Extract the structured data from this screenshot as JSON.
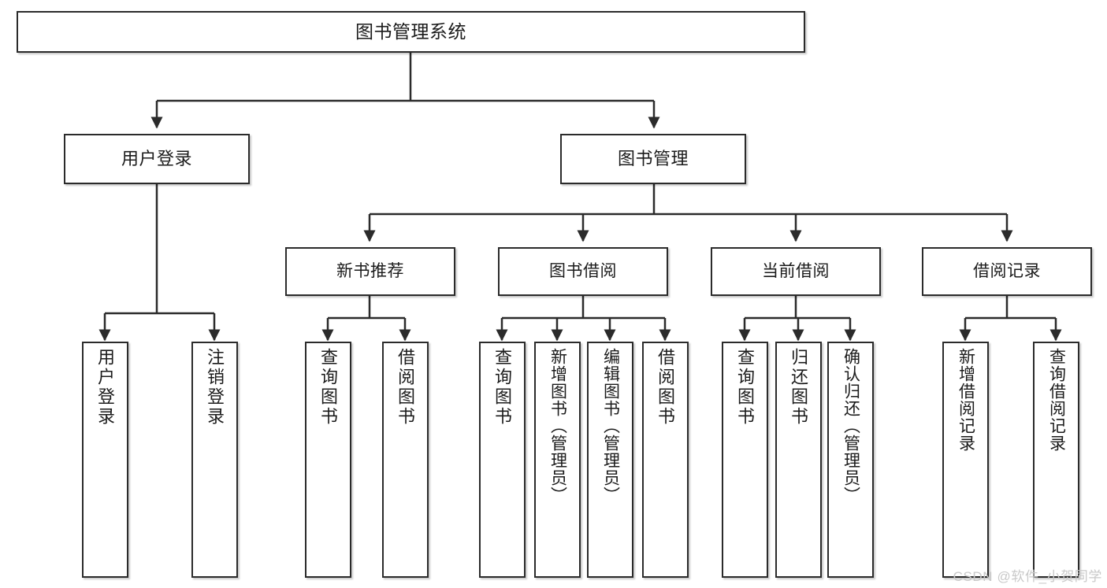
{
  "diagram": {
    "type": "tree",
    "title": "图书管理系统",
    "orientation": "top-down",
    "colors": {
      "node_border": "#2b2b2b",
      "node_fill": "#ffffff",
      "edge": "#2b2b2b",
      "watermark": "#c9c9c9",
      "background": "#ffffff"
    }
  },
  "watermark": {
    "text": "CSDN @软件_小贺同学"
  },
  "nodes": {
    "root": {
      "id": "root",
      "label": "图书管理系统",
      "level": 1
    },
    "level2": [
      {
        "id": "user-login",
        "label": "用户登录",
        "level": 2
      },
      {
        "id": "book-management",
        "label": "图书管理",
        "level": 2
      }
    ],
    "level3": [
      {
        "id": "new-book-recommend",
        "label": "新书推荐",
        "level": 3,
        "parent": "book-management"
      },
      {
        "id": "book-borrow",
        "label": "图书借阅",
        "level": 3,
        "parent": "book-management"
      },
      {
        "id": "current-borrow",
        "label": "当前借阅",
        "level": 3,
        "parent": "book-management"
      },
      {
        "id": "borrow-record",
        "label": "借阅记录",
        "level": 3,
        "parent": "book-management"
      }
    ],
    "leaves": [
      {
        "id": "leaf-user-login",
        "label": "用户登录",
        "parent": "user-login"
      },
      {
        "id": "leaf-user-logout",
        "label": "注销登录",
        "parent": "user-login"
      },
      {
        "id": "leaf-query-book-recommend",
        "label": "查询图书",
        "parent": "new-book-recommend"
      },
      {
        "id": "leaf-borrow-book-recommend",
        "label": "借阅图书",
        "parent": "new-book-recommend"
      },
      {
        "id": "leaf-query-book-borrow",
        "label": "查询图书",
        "parent": "book-borrow"
      },
      {
        "id": "leaf-add-book-admin",
        "label": "新增图书（管理员）",
        "parent": "book-borrow"
      },
      {
        "id": "leaf-edit-book-admin",
        "label": "编辑图书（管理员）",
        "parent": "book-borrow"
      },
      {
        "id": "leaf-borrow-book",
        "label": "借阅图书",
        "parent": "book-borrow"
      },
      {
        "id": "leaf-query-book-current",
        "label": "查询图书",
        "parent": "current-borrow"
      },
      {
        "id": "leaf-return-book",
        "label": "归还图书",
        "parent": "current-borrow"
      },
      {
        "id": "leaf-confirm-return-admin",
        "label": "确认归还（管理员）",
        "parent": "current-borrow"
      },
      {
        "id": "leaf-add-borrow-record",
        "label": "新增借阅记录",
        "parent": "borrow-record"
      },
      {
        "id": "leaf-query-borrow-record",
        "label": "查询借阅记录",
        "parent": "borrow-record"
      }
    ]
  }
}
